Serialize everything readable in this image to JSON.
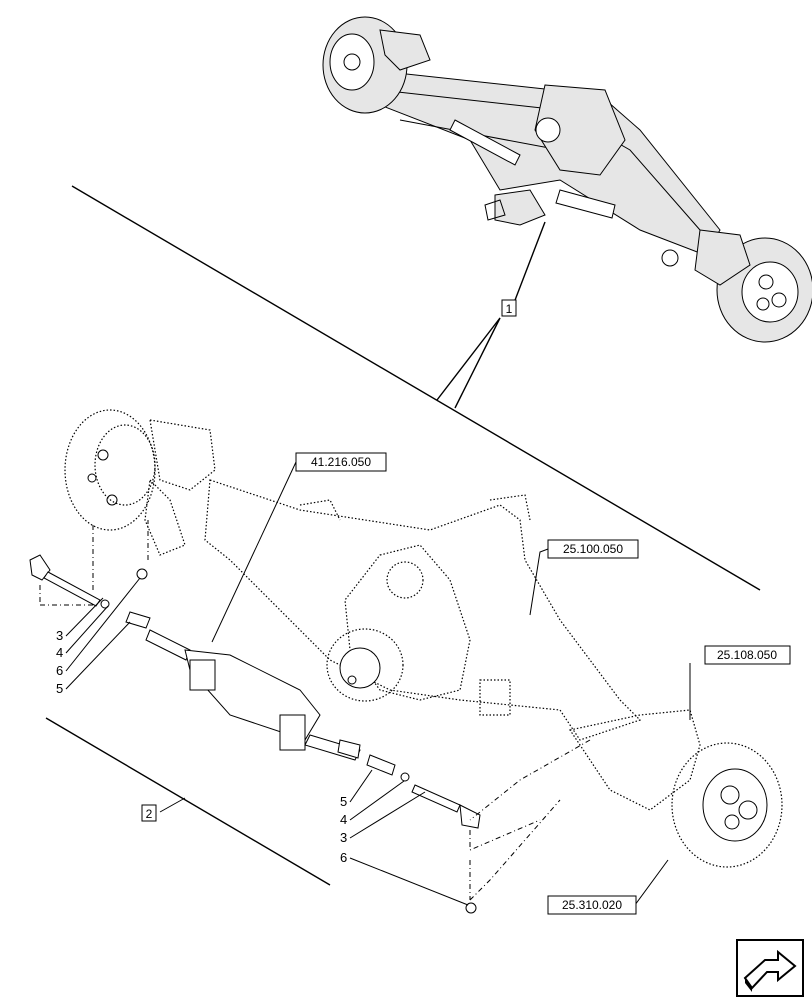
{
  "refs": {
    "assembly": "1",
    "tie_rod_assembly": "2",
    "steering_cylinder": "41.216.050",
    "axle_housing": "25.100.050",
    "swivel_housing": "25.108.050",
    "final_drive": "25.310.020"
  },
  "callouts_left": [
    "3",
    "4",
    "6",
    "5"
  ],
  "callouts_right": [
    "5",
    "4",
    "3",
    "6"
  ],
  "nav": {
    "icon": "next-page-arrow-icon"
  }
}
